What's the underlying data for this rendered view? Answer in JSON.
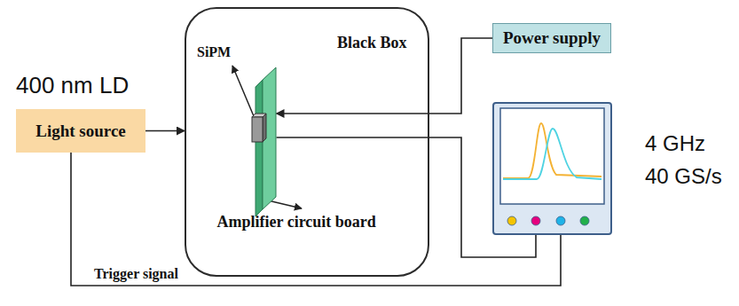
{
  "diagram": {
    "nodes": [
      {
        "text": [
          "Light source"
        ]
      },
      {
        "text": [
          "Black Box"
        ]
      },
      {
        "text": [
          "Amplifier circuit board"
        ],
        "in": 1
      },
      {
        "text": [
          "Power supply"
        ]
      },
      {
        "text": [
          "4 GHz 40 GS/s"
        ]
      }
    ],
    "edges": [
      {
        "from": 0,
        "to": 1,
        "arrow": "to"
      },
      {
        "from": 3,
        "to": 2,
        "arrow": "to"
      },
      {
        "from": 2,
        "to": 4,
        "arrow": "none"
      },
      {
        "from": 0,
        "to": 4,
        "label": "Trigger signal",
        "arrow": "none"
      }
    ],
    "labels": [
      "400 nm LD",
      "SiPM"
    ]
  }
}
